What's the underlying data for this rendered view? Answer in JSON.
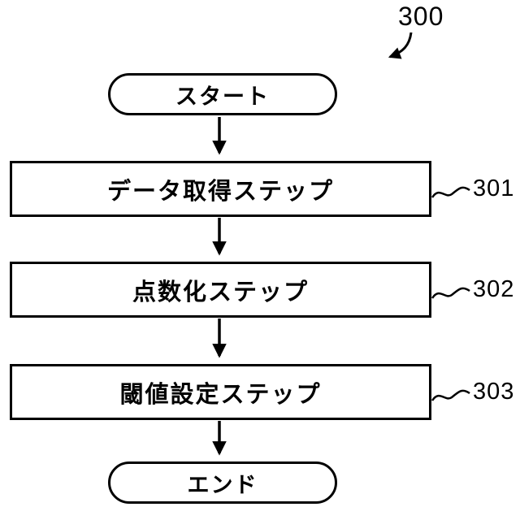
{
  "figure": {
    "number": "300"
  },
  "flowchart": {
    "start_label": "スタート",
    "steps": [
      {
        "label": "データ取得ステップ",
        "ref": "301"
      },
      {
        "label": "点数化ステップ",
        "ref": "302"
      },
      {
        "label": "閾値設定ステップ",
        "ref": "303"
      }
    ],
    "end_label": "エンド"
  },
  "colors": {
    "line": "#000000",
    "background": "#ffffff"
  }
}
